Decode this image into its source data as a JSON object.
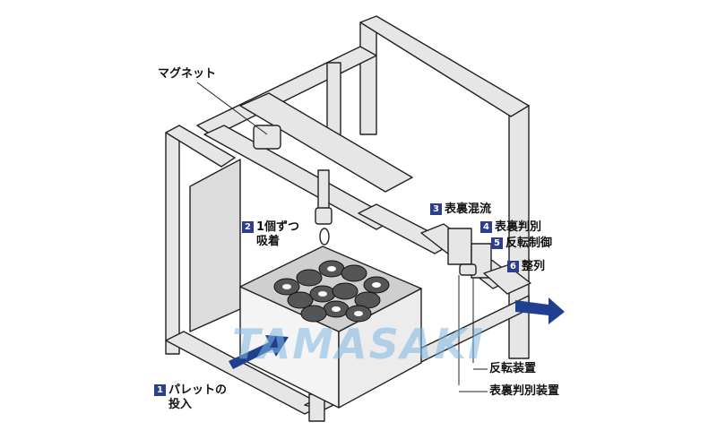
{
  "labels": {
    "magnet": "マグネット",
    "pickup": {
      "num": "2",
      "line1": "1個ずつ",
      "line2": "吸着"
    },
    "mixing": {
      "num": "3",
      "text": "表裏混流"
    },
    "judge": {
      "num": "4",
      "text": "表裏判別"
    },
    "flip_control": {
      "num": "5",
      "text": "反転制御"
    },
    "align": {
      "num": "6",
      "text": "整列"
    },
    "pallet": {
      "num": "1",
      "line1": "パレットの",
      "line2": "投入"
    },
    "flip_device": "反転装置",
    "judge_device": "表裏判別装置"
  },
  "watermark": "TAMASAKI",
  "colors": {
    "frame_fill": "#e9e9e9",
    "frame_stroke": "#222222",
    "arrow_fill": "#1f3f8f",
    "badge": "#2c3e8c",
    "watermark": "#7fb7e0"
  }
}
